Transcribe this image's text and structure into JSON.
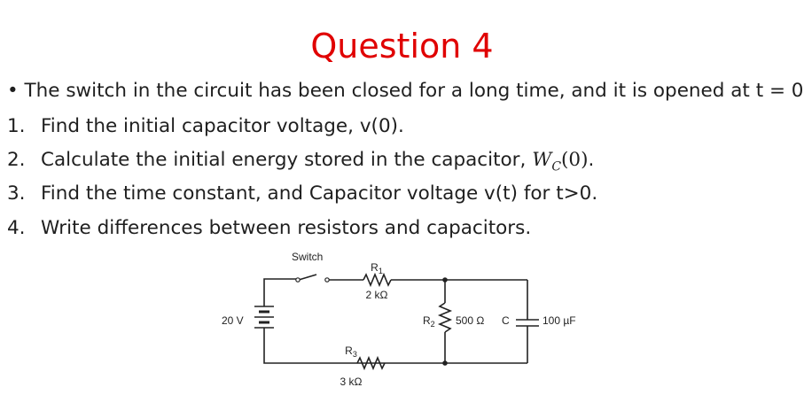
{
  "slide": {
    "title": "Question 4",
    "bullet": "The switch in the circuit has been closed for a long time, and it is opened at t = 0.",
    "items": [
      {
        "num": "1.",
        "text": "Find the initial capacitor voltage, v(0)."
      },
      {
        "num": "2.",
        "text": "Calculate the initial energy stored in the capacitor, ",
        "math_main": "W",
        "math_sub": "C",
        "math_arg": "(0)",
        "tail": "."
      },
      {
        "num": "3.",
        "text": "Find the time constant, and Capacitor voltage v(t) for t>0."
      },
      {
        "num": "4.",
        "text": "Write differences between resistors and capacitors."
      }
    ]
  },
  "circuit": {
    "switch_label": "Switch",
    "source": "20 V",
    "r1_name": "R",
    "r1_sub": "1",
    "r1_value": "2 kΩ",
    "r2_name": "R",
    "r2_sub": "2",
    "r2_value": "500 Ω",
    "r3_name": "R",
    "r3_sub": "3",
    "r3_value": "3 kΩ",
    "cap_name": "C",
    "cap_value": "100 µF"
  }
}
